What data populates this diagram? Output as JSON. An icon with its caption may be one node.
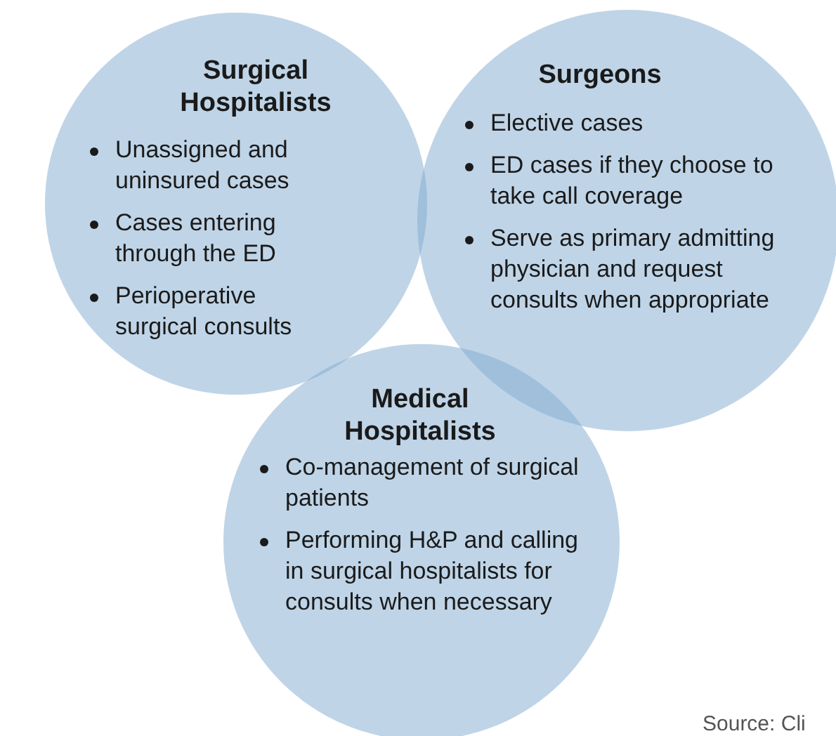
{
  "diagram": {
    "nodes": [
      {
        "text": [
          "Surgical Hospitalists",
          "Unassigned and uninsured cases",
          "Cases entering through the ED",
          "Perioperative surgical consults"
        ]
      },
      {
        "text": [
          "Surgeons",
          "Elective cases",
          "ED cases if they choose to take call coverage",
          "Serve as primary admitting physician and request consults when appropriate"
        ]
      },
      {
        "text": [
          "Medical Hospitalists",
          "Co-management of surgical patients",
          "Performing H&P and calling in surgical hospitalists for consults when necessary"
        ]
      }
    ],
    "edges": [],
    "labels": [
      "Source: Cli"
    ]
  }
}
